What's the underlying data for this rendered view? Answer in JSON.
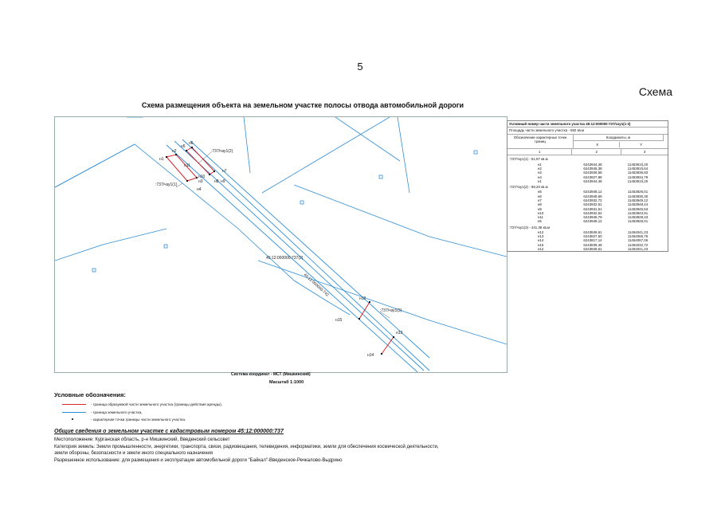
{
  "page": {
    "number": "5",
    "right_label": "Схема"
  },
  "scheme": {
    "title": "Схема размещения объекта на земельном участке полосы отвода автомобильной дороги",
    "map_labels": {
      "part2": ":737/чзу1(2)",
      "part1": ":737/чзу1(1)",
      "parcel": "45:12:000000:737(2)",
      "road": "45:12:000000:742",
      "part3": ":737/чзу1(3)",
      "points": [
        "н1",
        "н2",
        "н3",
        "н4",
        "н5",
        "н6",
        "н7",
        "н8",
        "н9",
        "н10",
        "н11",
        "н12",
        "н13",
        "н14",
        "н15"
      ]
    },
    "coord_system": "Система координат - МСТ (Мишкинский)",
    "scale": "Масштаб 1:1000"
  },
  "table": {
    "title": "Условный номер части земельного участка 45:12:000000:737/чзу1(1-3)",
    "area_line": "Площадь части земельного участка - 592 кв.м",
    "col_point": "Обозначение характерных точек границ",
    "col_coords": "Координаты, м",
    "col_x": "X",
    "col_y": "Y",
    "col_nums": [
      "1",
      "2",
      "3"
    ],
    "groups": [
      {
        "title": ":737/чзу1(1) - 51,97 кв.м",
        "rows": [
          {
            "p": "н1",
            "x": "6243944,48",
            "y": "1145391б,20"
          },
          {
            "p": "н2",
            "x": "6243945,38",
            "y": "1145391б,64"
          },
          {
            "p": "н3",
            "x": "6243928,58",
            "y": "11453936,83"
          },
          {
            "p": "н4",
            "x": "6243927,88",
            "y": "11453934,79"
          },
          {
            "p": "н1",
            "x": "6243944,48",
            "y": "1145391б,20"
          }
        ]
      },
      {
        "title": ":737/чзу1(2) - 98,20 кв.м",
        "rows": [
          {
            "p": "н5",
            "x": "6243948,12",
            "y": "11453926,01"
          },
          {
            "p": "н6",
            "x": "6243949,69",
            "y": "11453930,30"
          },
          {
            "p": "н7",
            "x": "6243932,72",
            "y": "11453949,12"
          },
          {
            "p": "н8",
            "x": "6243932,51",
            "y": "11453948,44"
          },
          {
            "p": "н9",
            "x": "6243931,51",
            "y": "11453945,53"
          },
          {
            "p": "н10",
            "x": "6243932,54",
            "y": "11453943,91"
          },
          {
            "p": "н11",
            "x": "6243946,79",
            "y": "11453928,43"
          },
          {
            "p": "н5",
            "x": "6243948,12",
            "y": "11453926,01"
          }
        ]
      },
      {
        "title": ":737/чзу1(3) - 441,38 кв.м",
        "rows": [
          {
            "p": "н12",
            "x": "6243849,61",
            "y": "11454041,23"
          },
          {
            "p": "н13",
            "x": "6243827,50",
            "y": "11454065,76"
          },
          {
            "p": "н14",
            "x": "6243817,14",
            "y": "11454057,06"
          },
          {
            "p": "н15",
            "x": "6243839,48",
            "y": "11454032,72"
          },
          {
            "p": "н12",
            "x": "6243849,61",
            "y": "11454041,23"
          }
        ]
      }
    ]
  },
  "legend": {
    "title": "Условные обозначения:",
    "items": [
      {
        "text": "- граница образуемой части земельного участка (границы действия аренды),",
        "color": "#d9262b"
      },
      {
        "text": "- граница земельного участка,",
        "color": "#2f8fd6"
      },
      {
        "text": "- характерная точка границы части земельного участка.",
        "color": "#000000"
      }
    ]
  },
  "info": {
    "title": "Общие сведения о земельном участке с кадастровым номером 45:12:000000:737",
    "lines": [
      "Местоположение: Курганская область, р-н Мишкинский, Введенский сельсовет",
      "Категория земель: Земли промышленности, энергетики, транспорта, связи, радиовещания, телевидения, информатики, земли для обеспечения космической деятельности,",
      "земли обороны, безопасности и земли иного специального назначения",
      "Разрешенное использование: для размещения и эксплуатации автомобильной дороги \"Байкал\"-Введенское-Речкалово-Выдрино"
    ]
  },
  "colors": {
    "boundary_red": "#d9262b",
    "boundary_blue": "#2f8fd6"
  }
}
